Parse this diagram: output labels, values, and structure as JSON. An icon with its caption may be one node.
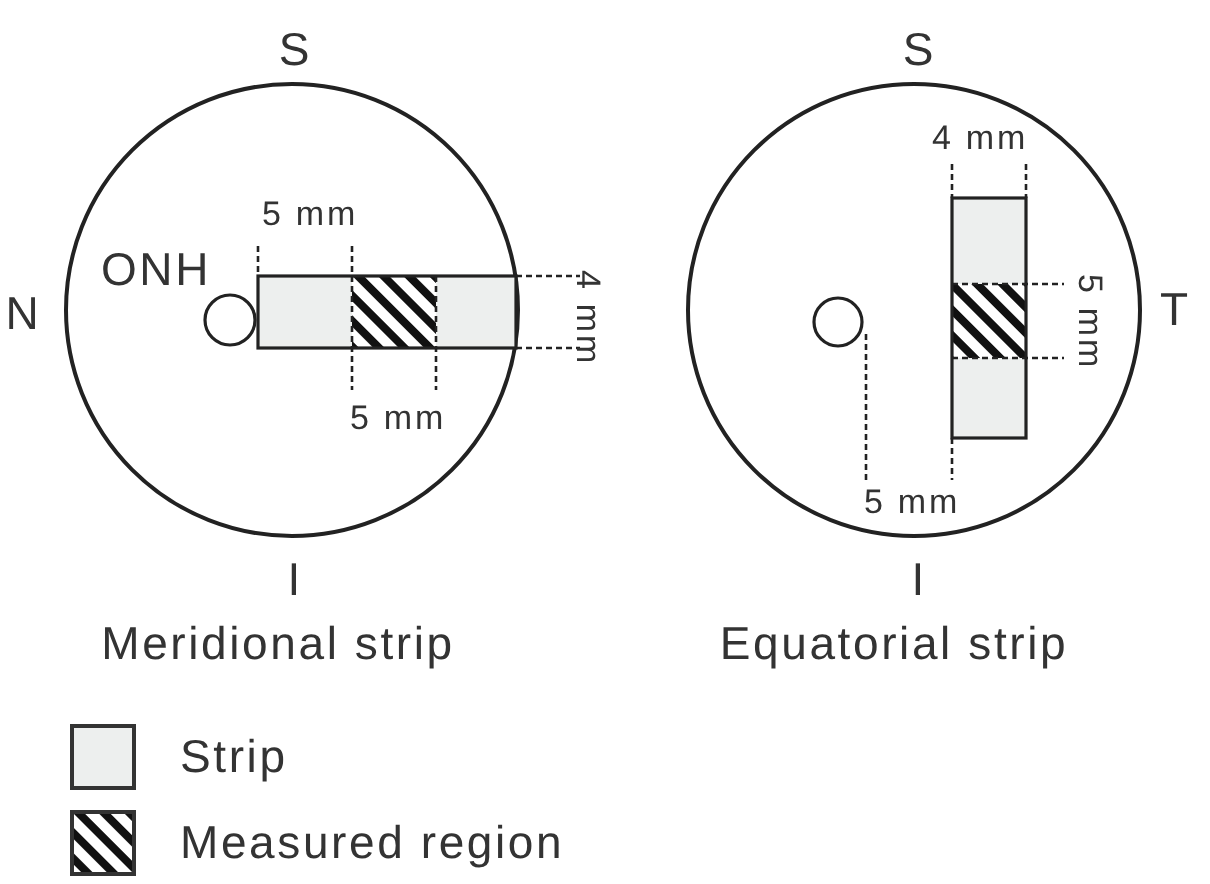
{
  "diagram": {
    "labels": [
      "S",
      "N",
      "ONH",
      "5 mm",
      "4 mm",
      "5 mm",
      "I",
      "Meridional strip",
      "S",
      "4 mm",
      "T",
      "5 mm",
      "5 mm",
      "I",
      "Equatorial strip"
    ],
    "legend": [
      {
        "text": "Strip",
        "color": "#edefee"
      },
      {
        "text": "Measured region"
      }
    ]
  }
}
